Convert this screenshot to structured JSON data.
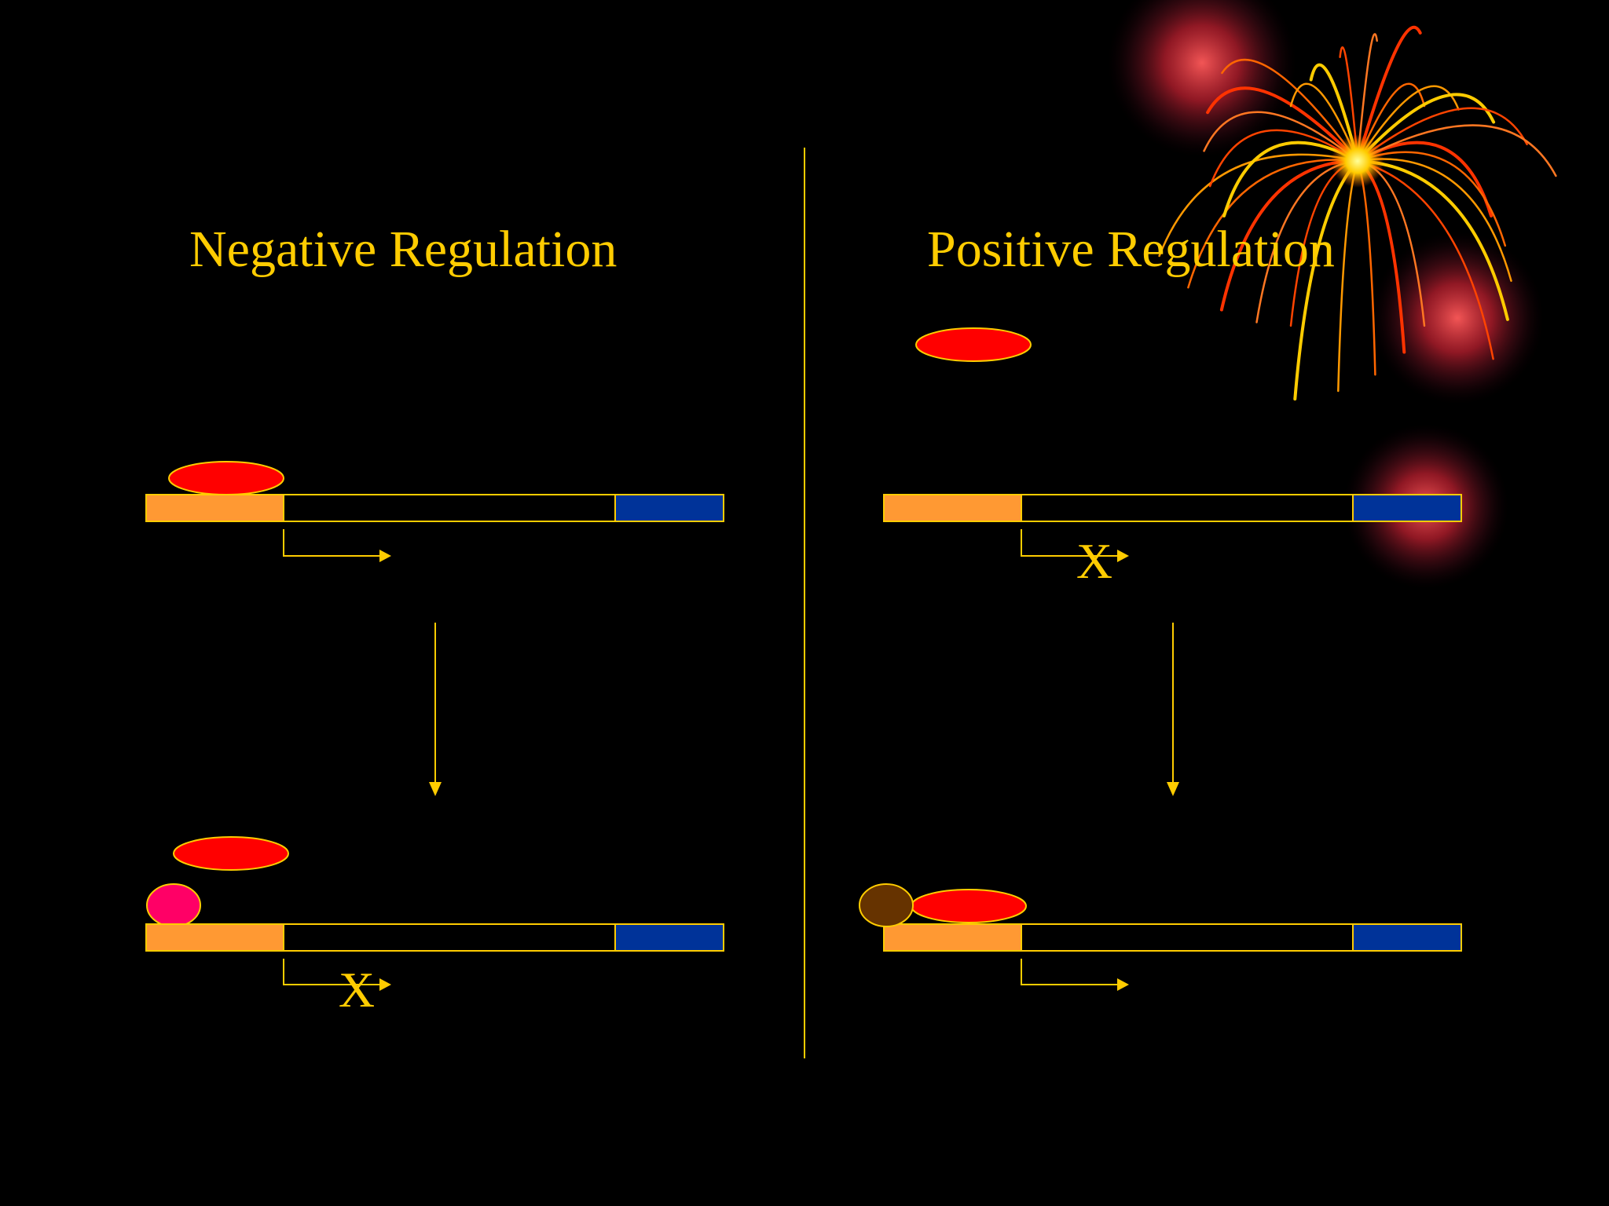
{
  "slide": {
    "background_color": "#000000",
    "accent_color": "#FFCC00",
    "decoration": "firework-burst-illustration"
  },
  "panels": [
    {
      "title": "Negative Regulation",
      "top_state": {
        "protein_bound_to_promoter": true,
        "protein_free_above": false,
        "effector": "none",
        "transcription": "on",
        "blocked_mark": ""
      },
      "bottom_state": {
        "protein_bound_to_promoter": false,
        "protein_free_above": true,
        "effector": "pink-ligand",
        "effector_color": "#FF0066",
        "transcription": "off",
        "blocked_mark": "X"
      }
    },
    {
      "title": "Positive Regulation",
      "top_state": {
        "protein_bound_to_promoter": false,
        "protein_free_above": true,
        "effector": "none",
        "transcription": "off",
        "blocked_mark": "X"
      },
      "bottom_state": {
        "protein_bound_to_promoter": true,
        "protein_free_above": false,
        "effector": "brown-ligand",
        "effector_color": "#663300",
        "transcription": "on",
        "blocked_mark": ""
      }
    }
  ],
  "colors": {
    "promoter": "#FF9933",
    "gene_body": "#000000",
    "gene_end": "#003399",
    "regulator_protein": "#FF0000",
    "outline": "#FFCC00",
    "title_text": "#FFCC00"
  }
}
